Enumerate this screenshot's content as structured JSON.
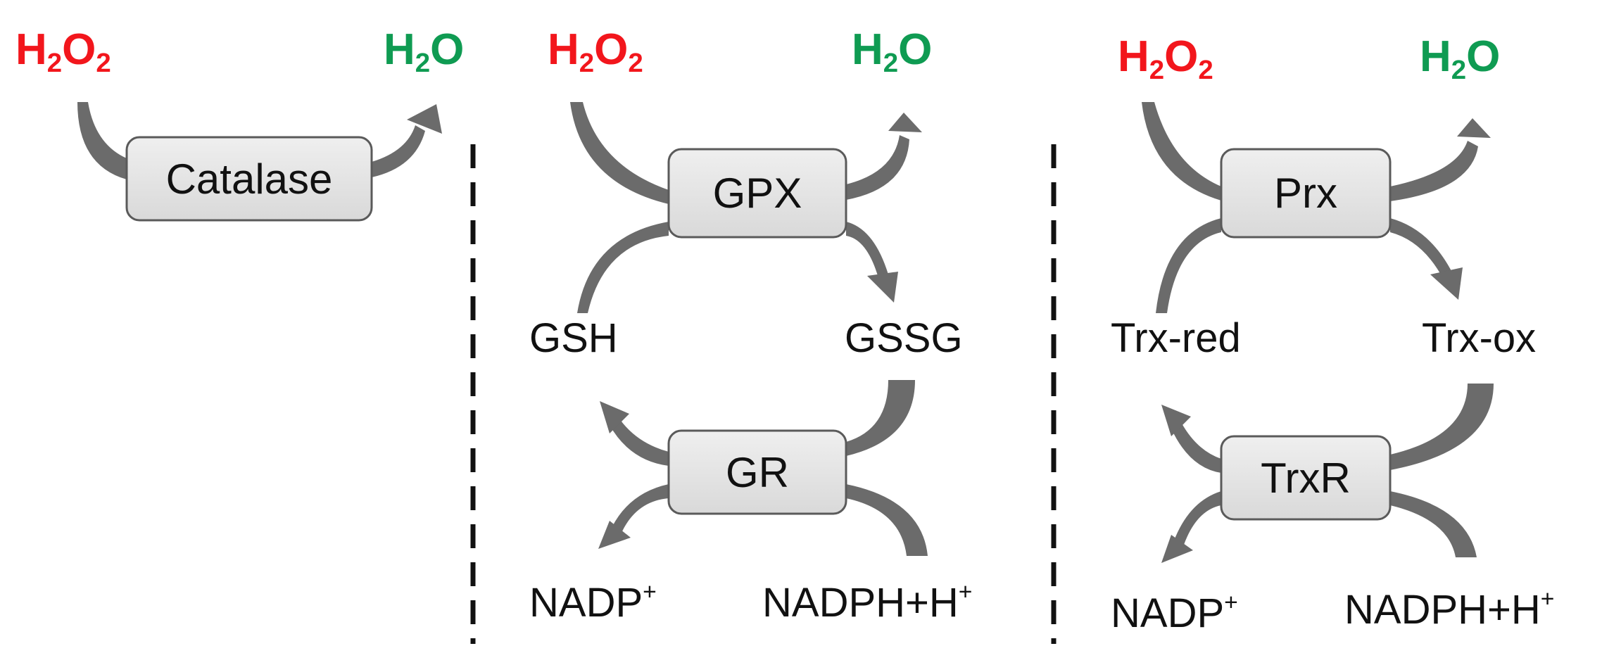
{
  "panels": [
    {
      "id": "catalase",
      "substrate": {
        "symbol": "H",
        "sub1": "2",
        "symbol2": "O",
        "sub2": "2"
      },
      "product": {
        "symbol": "H",
        "sub1": "2",
        "symbol2": "O"
      },
      "enzyme": "Catalase"
    },
    {
      "id": "gpx",
      "substrate": {
        "symbol": "H",
        "sub1": "2",
        "symbol2": "O",
        "sub2": "2"
      },
      "product": {
        "symbol": "H",
        "sub1": "2",
        "symbol2": "O"
      },
      "enzyme": "GPX",
      "cofactor_in": "GSH",
      "cofactor_out": "GSSG",
      "regen_enzyme": "GR",
      "nadp": {
        "base": "NADP",
        "sup": "+"
      },
      "nadph": {
        "base": "NADPH+H",
        "sup": "+"
      }
    },
    {
      "id": "prx",
      "substrate": {
        "symbol": "H",
        "sub1": "2",
        "symbol2": "O",
        "sub2": "2"
      },
      "product": {
        "symbol": "H",
        "sub1": "2",
        "symbol2": "O"
      },
      "enzyme": "Prx",
      "cofactor_in": "Trx-red",
      "cofactor_out": "Trx-ox",
      "regen_enzyme": "TrxR",
      "nadp": {
        "base": "NADP",
        "sup": "+"
      },
      "nadph": {
        "base": "NADPH+H",
        "sup": "+"
      }
    }
  ],
  "colors": {
    "substrate": "#f2161c",
    "product": "#0f9b52",
    "box_fill": "#e6e6e6",
    "box_stroke": "#5a5a5a",
    "arrow": "#6b6b6b",
    "divider": "#111111"
  }
}
